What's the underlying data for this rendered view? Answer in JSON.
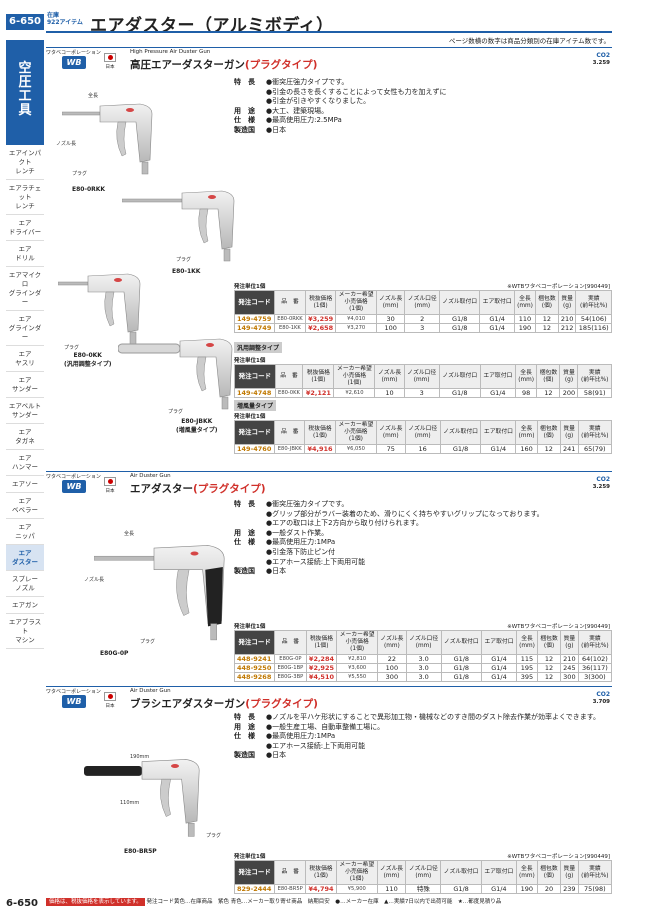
{
  "page": {
    "number": "6-650",
    "footer_number": "6-650",
    "stock_line1": "在庫",
    "stock_line2": "922アイテム",
    "title": "エアダスター（アルミボディ）",
    "note": "ページ数横の数字は商品分類別の在庫アイテム数です。"
  },
  "sidebar": {
    "category_chars": [
      "空",
      "圧",
      "工",
      "具"
    ],
    "items": [
      "エアインパクト\nレンチ",
      "エアラチェット\nレンチ",
      "エア\nドライバー",
      "エア\nドリル",
      "エアマイクロ\nグラインダー",
      "エア\nグラインダー",
      "エア\nヤスリ",
      "エア\nサンダー",
      "エアベルト\nサンダー",
      "エア\nタガネ",
      "エア\nハンマー",
      "エアソー",
      "エア\nベベラー",
      "エア\nニッパ",
      "エア\nダスター",
      "スプレー\nノズル",
      "エアガン",
      "エアブラスト\nマシン"
    ]
  },
  "sections": [
    {
      "maker": "ワタベコーポレーション",
      "logo": "WB",
      "country": "日本",
      "eng": "High Pressure Air Duster Gun",
      "title": "高圧エアーダスターガン",
      "title_hl": "(プラグタイプ)",
      "co2": "CO2",
      "co2num": "3.259",
      "specs": [
        [
          "特　長",
          "●衝突圧強力タイプです。"
        ],
        [
          "",
          "●引金の長さを長くすることによって女性も力を加えずに"
        ],
        [
          "",
          "●引金が引きやすくなりました。"
        ],
        [
          "用　途",
          "●大工、建築現場。"
        ],
        [
          "仕　様",
          "●最高使用圧力:2.5MPa"
        ],
        [
          "製造国",
          "●日本"
        ]
      ],
      "captions": [
        "E80-0RKK",
        "E80-1KK",
        "E80-0KK\n(汎用調整タイプ)",
        "E80-JBKK\n(増風量タイプ)"
      ],
      "labels": {
        "total": "全長",
        "nozzle": "ノズル長",
        "plug": "プラグ"
      },
      "unit": "発注単位1個",
      "supplier": "※WTBワタベコーポレーション[990449]",
      "tables": [
        {
          "tag": "",
          "rows": [
            [
              "149-4759",
              "E80-0RKK",
              "¥3,259",
              "¥4,010",
              "30",
              "2",
              "G1/8",
              "G1/4",
              "110",
              "12",
              "210",
              "54(106)"
            ],
            [
              "149-4749",
              "E80-1KK",
              "¥2,658",
              "¥3,270",
              "100",
              "3",
              "G1/8",
              "G1/4",
              "190",
              "12",
              "212",
              "185(116)"
            ]
          ]
        },
        {
          "tag": "汎用調整タイプ",
          "unit": "発注単位1個",
          "rows": [
            [
              "149-4748",
              "E80-0KK",
              "¥2,121",
              "¥2,610",
              "10",
              "3",
              "G1/8",
              "G1/4",
              "98",
              "12",
              "200",
              "58(91)"
            ]
          ]
        },
        {
          "tag": "増風量タイプ",
          "unit": "発注単位1個",
          "rows": [
            [
              "149-4760",
              "E80-JBKK",
              "¥4,916",
              "¥6,050",
              "75",
              "16",
              "G1/8",
              "G1/4",
              "160",
              "12",
              "241",
              "65(79)"
            ]
          ]
        }
      ]
    },
    {
      "maker": "ワタベコーポレーション",
      "logo": "WB",
      "country": "日本",
      "eng": "Air Duster Gun",
      "title": "エアダスター",
      "title_hl": "(プラグタイプ)",
      "co2": "CO2",
      "co2num": "3.259",
      "specs": [
        [
          "特　長",
          "●衝突圧強力タイプです。"
        ],
        [
          "",
          "●グリップ部分がラバー装着のため、滑りにくく持ちやすいグリップになっております。"
        ],
        [
          "",
          "●エアの取口は上下2方向から取り付けられます。"
        ],
        [
          "用　途",
          "●一般ダスト作業。"
        ],
        [
          "仕　様",
          "●最高使用圧力:1MPa"
        ],
        [
          "",
          "●引金落下防止ピン付"
        ],
        [
          "",
          "●エアホース接続:上下両用可能"
        ],
        [
          "製造国",
          "●日本"
        ]
      ],
      "captions": [
        "E80G-0P"
      ],
      "labels": {
        "total": "全長",
        "nozzle": "ノズル長",
        "plug": "プラグ"
      },
      "unit": "発注単位1個",
      "supplier": "※WTBワタベコーポレーション[990449]",
      "tables": [
        {
          "tag": "",
          "rows": [
            [
              "448-9241",
              "E80G-0P",
              "¥2,284",
              "¥2,810",
              "22",
              "3.0",
              "G1/8",
              "G1/4",
              "115",
              "12",
              "210",
              "64(102)"
            ],
            [
              "448-9250",
              "E80G-1BP",
              "¥2,925",
              "¥3,600",
              "100",
              "3.0",
              "G1/8",
              "G1/4",
              "195",
              "12",
              "245",
              "36(117)"
            ],
            [
              "448-9268",
              "E80G-3BP",
              "¥4,510",
              "¥5,550",
              "300",
              "3.0",
              "G1/8",
              "G1/4",
              "395",
              "12",
              "300",
              "3(300)"
            ]
          ]
        }
      ]
    },
    {
      "maker": "ワタベコーポレーション",
      "logo": "WB",
      "country": "日本",
      "eng": "Air Duster Gun",
      "title": "ブラシエアダスターガン",
      "title_hl": "(プラグタイプ)",
      "co2": "CO2",
      "co2num": "3.709",
      "specs": [
        [
          "特　長",
          "●ノズルを平ハケ形状にすることで異形加工物・機械などのすき間のダスト除去作業が効率よくできます。"
        ],
        [
          "用　途",
          "●一般生産工場、自動車整備工場に。"
        ],
        [
          "仕　様",
          "●最高使用圧力:1MPa"
        ],
        [
          "",
          "●エアホース接続:上下両用可能"
        ],
        [
          "製造国",
          "●日本"
        ]
      ],
      "captions": [
        "E80-BR5P"
      ],
      "labels": {
        "l190": "190mm",
        "l110": "110mm",
        "plug": "プラグ"
      },
      "unit": "発注単位1個",
      "supplier": "※WTBワタベコーポレーション[990449]",
      "tables": [
        {
          "tag": "",
          "rows": [
            [
              "829-2444",
              "E80-BR5P",
              "¥4,794",
              "¥5,900",
              "110",
              "特殊",
              "G1/8",
              "G1/4",
              "190",
              "20",
              "239",
              "75(98)"
            ]
          ]
        }
      ]
    }
  ],
  "table_headers": [
    "発注コード",
    "品　番",
    "税抜価格\n(1個)",
    "メーカー希望\n小売価格\n(1個)",
    "ノズル長\n(mm)",
    "ノズル口径\n(mm)",
    "ノズル取付口",
    "エア取付口",
    "全長\n(mm)",
    "梱包数\n(個)",
    "質量\n(g)",
    "実績\n(前年比%)"
  ],
  "footer": {
    "red": "価格は、税抜価格を表示しています。",
    "text": "発注コード黄色…在庫商品　紫色 青色…メーカー取り寄せ商品　納期目安　●…メーカー在庫　▲…実績7日以内で出荷可能　★…都度見積り品"
  }
}
